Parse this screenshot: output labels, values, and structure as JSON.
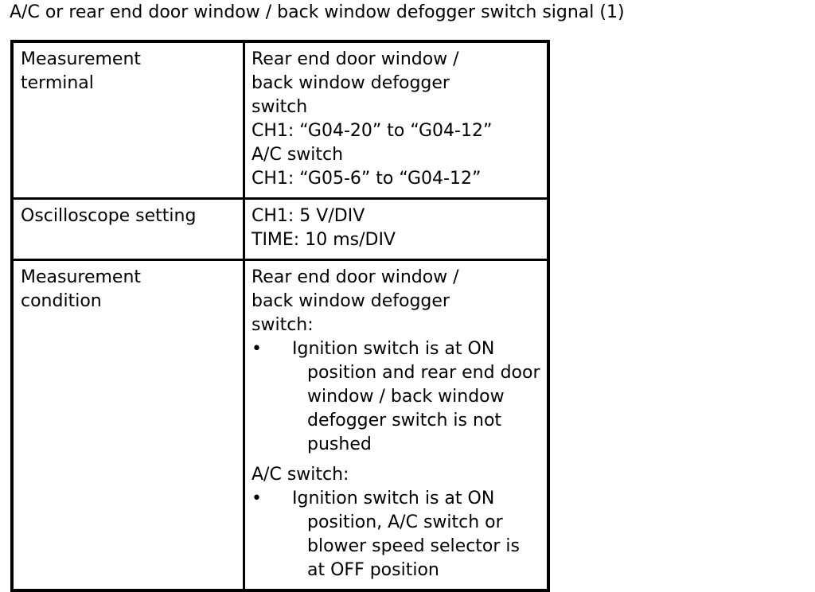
{
  "document": {
    "title": "A/C or rear end door window / back window defogger switch signal (1)",
    "background_color": "#ffffff",
    "text_color": "#000000",
    "border_color": "#000000"
  },
  "table": {
    "rows": [
      {
        "label": "Measurement\nterminal",
        "label_lines": [
          "Measurement",
          "terminal"
        ],
        "value_lines": [
          "Rear end door window /",
          "back window defogger",
          "switch",
          "CH1: “G04-20” to “G04-12”",
          "A/C switch",
          "CH1: “G05-6” to “G04-12”"
        ]
      },
      {
        "label": "Oscilloscope setting",
        "label_lines": [
          "Oscilloscope setting"
        ],
        "value_lines": [
          "CH1: 5 V/DIV",
          "TIME: 10 ms/DIV"
        ]
      },
      {
        "label": "Measurement\ncondition",
        "label_lines": [
          "Measurement",
          "condition"
        ],
        "blocks": [
          {
            "heading_lines": [
              "Rear end door window /",
              "back window defogger",
              "switch:"
            ],
            "bullets": [
              "Ignition switch is at ON position and rear end door window / back window defogger switch is not pushed"
            ]
          },
          {
            "heading_lines": [
              "A/C switch:"
            ],
            "bullets": [
              "Ignition switch is at ON position, A/C switch or blower speed selector is at OFF position"
            ]
          }
        ]
      }
    ],
    "bullet_glyph": "•"
  }
}
